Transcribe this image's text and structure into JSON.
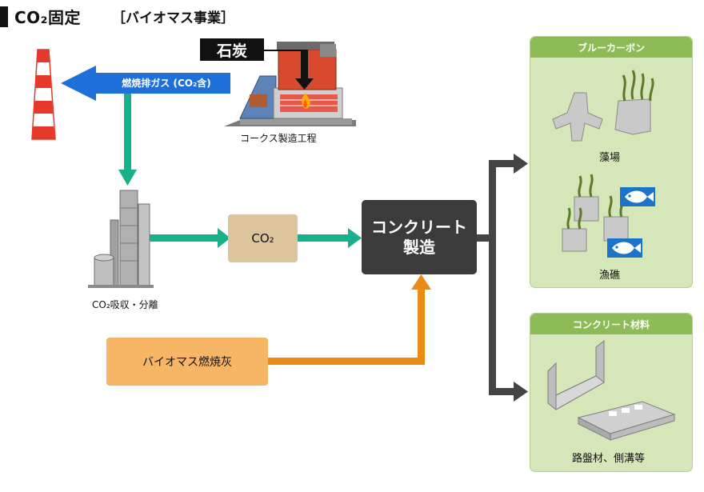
{
  "header": {
    "title": "CO₂固定",
    "subtitle": "［バイオマス事業］"
  },
  "coke": {
    "coal_label": "石炭",
    "caption": "コークス製造工程"
  },
  "flue_gas_label": "燃焼排ガス (CO₂含)",
  "absorption_caption": "CO₂吸収・分離",
  "co2_box_label": "CO₂",
  "biomass_box_label": "バイオマス燃焼灰",
  "concrete_box": {
    "line1": "コンクリート",
    "line2": "製造"
  },
  "blue_carbon": {
    "heading": "ブルーカーボン",
    "item1": "藻場",
    "item2": "漁礁"
  },
  "materials": {
    "heading": "コンクリート材料",
    "item1": "路盤材、側溝等"
  },
  "colors": {
    "gas_arrow": "#1f6fd9",
    "green_arrow": "#16b08a",
    "orange_arrow": "#ea8c14",
    "dark_arrow": "#444444"
  }
}
